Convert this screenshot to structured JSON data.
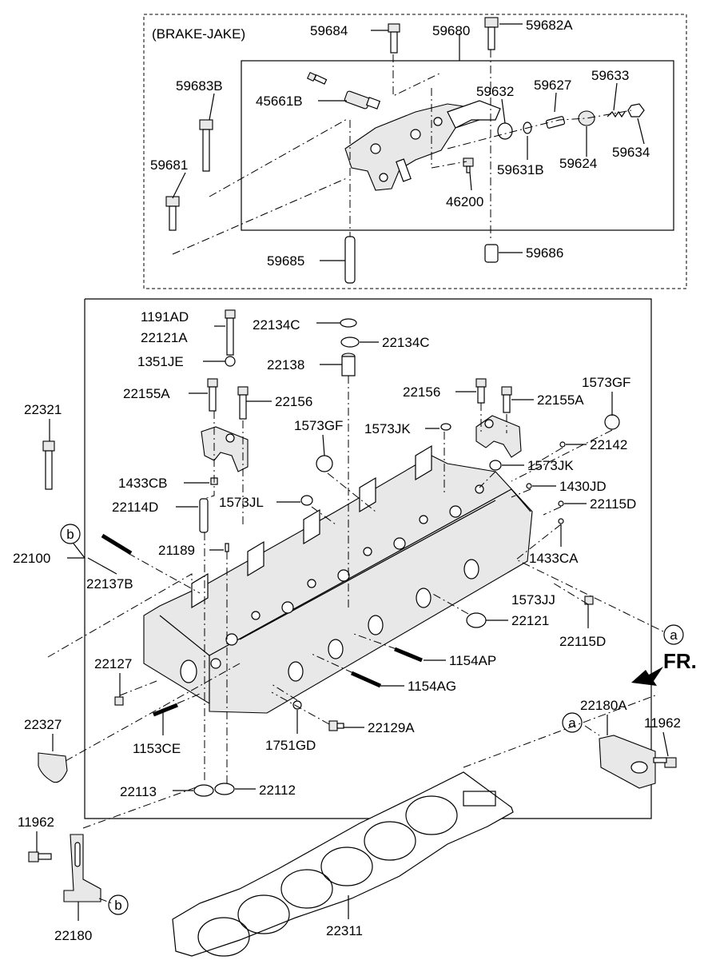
{
  "brake_jake_title": "(BRAKE-JAKE)",
  "direction_label": "FR.",
  "callout_a": "a",
  "callout_b": "b",
  "labels": {
    "p59684": "59684",
    "p59680": "59680",
    "p59682A": "59682A",
    "p59683B": "59683B",
    "p45661B": "45661B",
    "p59632": "59632",
    "p59627": "59627",
    "p59633": "59633",
    "p59681": "59681",
    "p59631B": "59631B",
    "p59624": "59624",
    "p59634": "59634",
    "p46200": "46200",
    "p59685": "59685",
    "p59686": "59686",
    "p1191AD": "1191AD",
    "p22121A": "22121A",
    "p22134C_1": "22134C",
    "p22134C_2": "22134C",
    "p1351JE": "1351JE",
    "p22138": "22138",
    "p22155A_l": "22155A",
    "p22156_l": "22156",
    "p22156_r": "22156",
    "p22155A_r": "22155A",
    "p1573GF_r": "1573GF",
    "p22321": "22321",
    "p1573GF_c": "1573GF",
    "p1573JK_1": "1573JK",
    "p22142": "22142",
    "p1573JK_2": "1573JK",
    "p1433CB": "1433CB",
    "p1430JD": "1430JD",
    "p22114D": "22114D",
    "p1573JL": "1573JL",
    "p22115D_1": "22115D",
    "p22100": "22100",
    "p21189": "21189",
    "p1433CA": "1433CA",
    "p22137B": "22137B",
    "p1573JJ": "1573JJ",
    "p22121": "22121",
    "p22115D_2": "22115D",
    "p22127": "22127",
    "p1154AP": "1154AP",
    "p1154AG": "1154AG",
    "p22180A": "22180A",
    "p22327": "22327",
    "p11962_r": "11962",
    "p22129A": "22129A",
    "p1153CE": "1153CE",
    "p1751GD": "1751GD",
    "p22113": "22113",
    "p22112": "22112",
    "p11962_l": "11962",
    "p22180": "22180",
    "p22311": "22311"
  },
  "colors": {
    "line": "#000000",
    "background": "#ffffff",
    "part_fill": "#e8e8e8"
  }
}
